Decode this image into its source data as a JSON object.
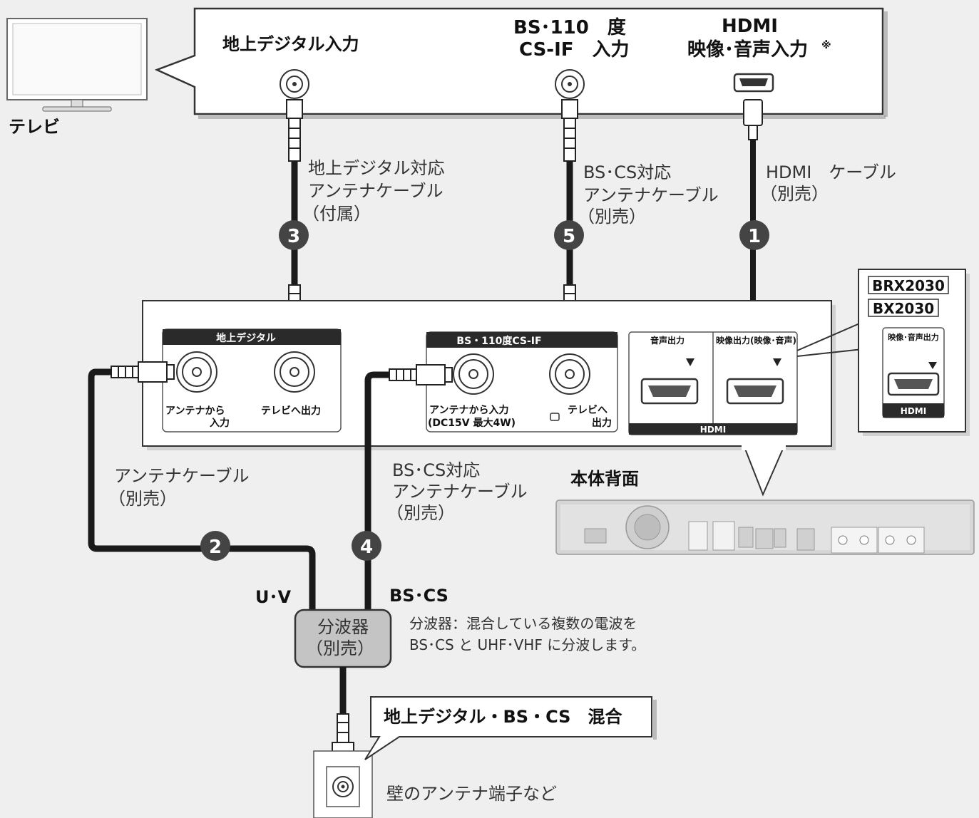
{
  "tv": {
    "label": "テレビ",
    "input_terrestrial": "地上デジタル入力",
    "input_bs_line1": "BS･110　度",
    "input_bs_line2": "CS-IF　入力",
    "input_hdmi_line1": "HDMI",
    "input_hdmi_line2": "映像･音声入力",
    "input_hdmi_note": "※"
  },
  "cables": {
    "c3_line1": "地上デジタル対応",
    "c3_line2": "アンテナケーブル",
    "c3_line3": "（付属）",
    "c5_line1": "BS･CS対応",
    "c5_line2": "アンテナケーブル",
    "c5_line3": "（別売）",
    "c1_line1": "HDMI　ケーブル",
    "c1_line2": "（別売）",
    "c2_line1": "アンテナケーブル",
    "c2_line2": "（別売）",
    "c4_line1": "BS･CS対応",
    "c4_line2": "アンテナケーブル",
    "c4_line3": "（別売）"
  },
  "numbers": {
    "n1": "1",
    "n2": "2",
    "n3": "3",
    "n4": "4",
    "n5": "5"
  },
  "rear_panel": {
    "terrestrial_header": "地上デジタル",
    "terr_in_line1": "アンテナから",
    "terr_in_line2": "入力",
    "terr_out": "テレビへ出力",
    "bs_header": "BS・110度CS-IF",
    "bs_in_line1": "アンテナから入力",
    "bs_in_line2": "(DC15V 最大4W)",
    "bs_out_line1": "テレビへ",
    "bs_out_line2": "出力",
    "audio_out": "音声出力",
    "video_out": "映像出力(映像･音声)",
    "hdmi_footer": "HDMI"
  },
  "models": {
    "model1": "BRX2030",
    "model2": "BX2030",
    "inset_label": "映像･音声出力",
    "inset_footer": "HDMI"
  },
  "body_back": "本体背面",
  "splitter": {
    "uv": "U･V",
    "bscs": "BS･CS",
    "line1": "分波器",
    "line2": "（別売）",
    "desc_line1": "分波器：混合している複数の電波を",
    "desc_line2": "BS･CS と UHF･VHF に分波します。"
  },
  "wall": {
    "mixed": "地上デジタル・BS・CS　混合",
    "label": "壁のアンテナ端子など"
  }
}
